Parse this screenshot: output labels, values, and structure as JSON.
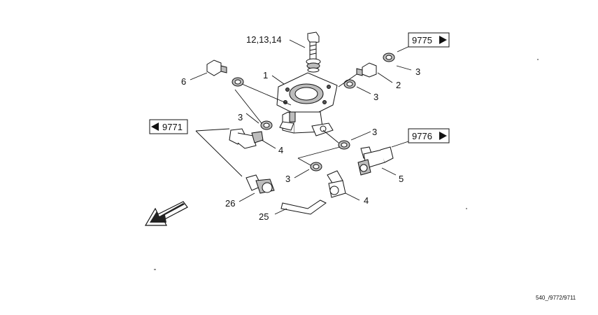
{
  "callouts": {
    "c_12_13_14": "12,13,14",
    "c_1": "1",
    "c_6": "6",
    "c_3a": "3",
    "c_2": "2",
    "c_3b": "3",
    "c_3c": "3",
    "c_4a": "4",
    "c_3d": "3",
    "c_3e": "3",
    "c_5": "5",
    "c_26": "26",
    "c_4b": "4",
    "c_25": "25"
  },
  "references": {
    "ref_9775": "9775",
    "ref_9771": "9771",
    "ref_9776": "9776"
  },
  "drawing_code": "540_/9772/9711"
}
